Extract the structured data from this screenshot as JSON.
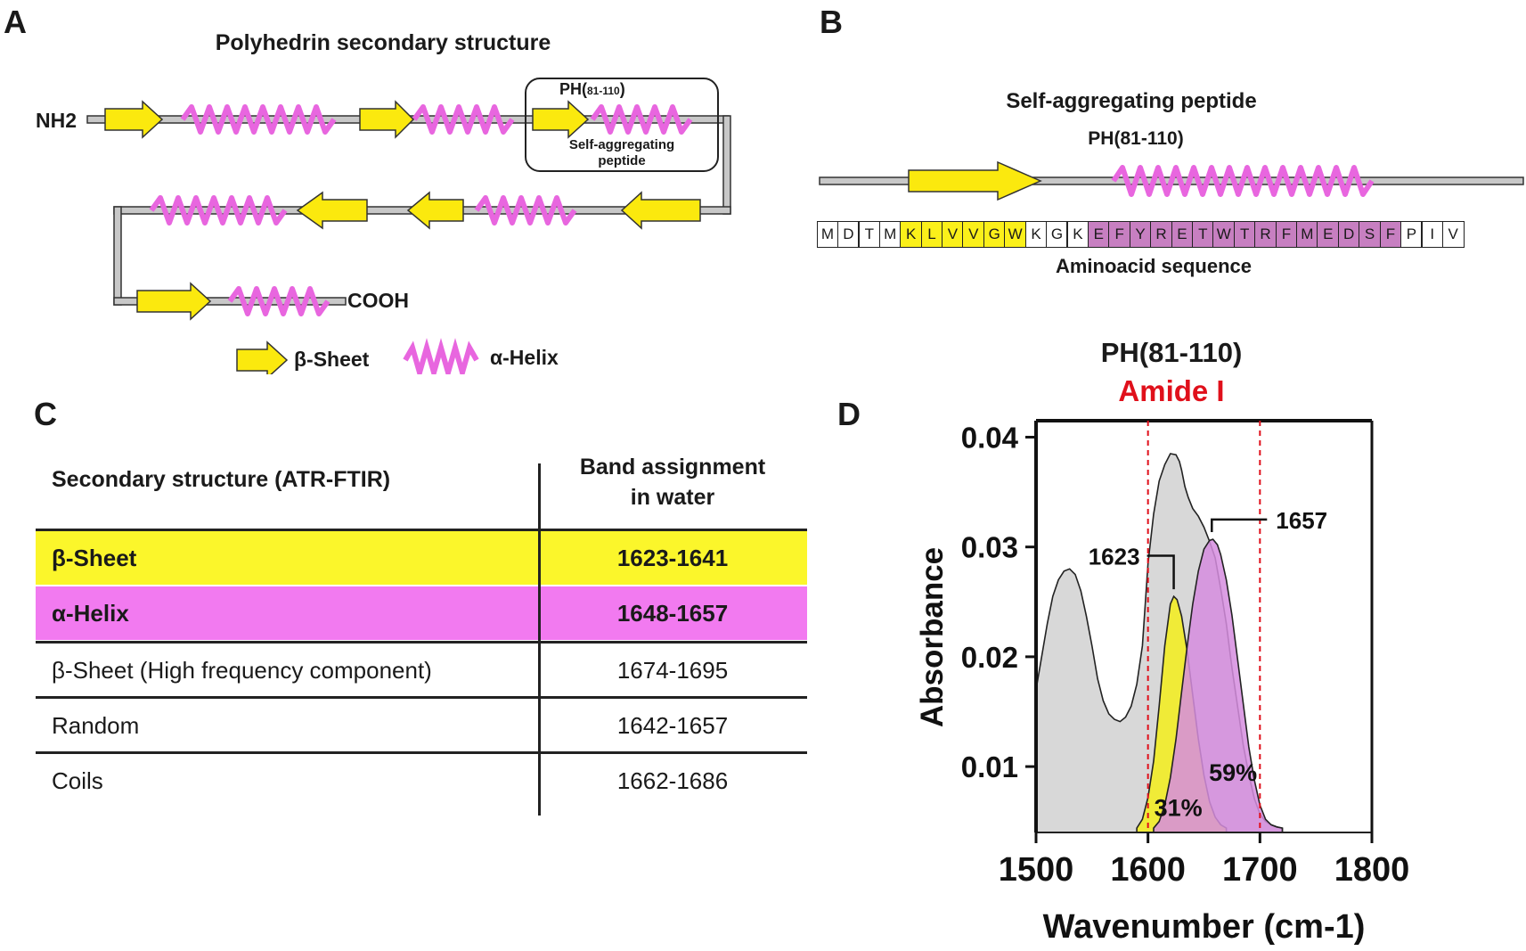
{
  "panels": {
    "a": {
      "letter": "A",
      "title": "Polyhedrin secondary structure",
      "nterm": "NH2",
      "cterm": "COOH",
      "box_title": "PH(81-110)",
      "box_title_main": "PH(",
      "box_title_sub": "81-110",
      "box_title_end": ")",
      "box_label_line1": "Self-aggregating",
      "box_label_line2": "peptide",
      "legend": {
        "sheet": "β-Sheet",
        "helix": "α-Helix"
      }
    },
    "b": {
      "letter": "B",
      "title": "Self-aggregating peptide",
      "subtitle": "PH(81-110)",
      "caption": "Aminoacid sequence",
      "sequence": [
        {
          "aa": "M",
          "type": "none"
        },
        {
          "aa": "D",
          "type": "none"
        },
        {
          "aa": "T",
          "type": "none"
        },
        {
          "aa": "M",
          "type": "none"
        },
        {
          "aa": "K",
          "type": "sheet"
        },
        {
          "aa": "L",
          "type": "sheet"
        },
        {
          "aa": "V",
          "type": "sheet"
        },
        {
          "aa": "V",
          "type": "sheet"
        },
        {
          "aa": "G",
          "type": "sheet"
        },
        {
          "aa": "W",
          "type": "sheet"
        },
        {
          "aa": "K",
          "type": "none"
        },
        {
          "aa": "G",
          "type": "none"
        },
        {
          "aa": "K",
          "type": "none"
        },
        {
          "aa": "E",
          "type": "helix"
        },
        {
          "aa": "F",
          "type": "helix"
        },
        {
          "aa": "Y",
          "type": "helix"
        },
        {
          "aa": "R",
          "type": "helix"
        },
        {
          "aa": "E",
          "type": "helix"
        },
        {
          "aa": "T",
          "type": "helix"
        },
        {
          "aa": "W",
          "type": "helix"
        },
        {
          "aa": "T",
          "type": "helix"
        },
        {
          "aa": "R",
          "type": "helix"
        },
        {
          "aa": "F",
          "type": "helix"
        },
        {
          "aa": "M",
          "type": "helix"
        },
        {
          "aa": "E",
          "type": "helix"
        },
        {
          "aa": "D",
          "type": "helix"
        },
        {
          "aa": "S",
          "type": "helix"
        },
        {
          "aa": "F",
          "type": "helix"
        },
        {
          "aa": "P",
          "type": "none"
        },
        {
          "aa": "I",
          "type": "none"
        },
        {
          "aa": "V",
          "type": "none"
        }
      ]
    },
    "c": {
      "letter": "C",
      "header_col1": "Secondary structure (ATR-FTIR)",
      "header_col2_line1": "Band assignment",
      "header_col2_line2": "in water",
      "rows": [
        {
          "structure": "β-Sheet",
          "band": "1623-1641",
          "color": "#fbf62b",
          "bold": true
        },
        {
          "structure": "α-Helix",
          "band": "1648-1657",
          "color": "#f27af0",
          "bold": true
        },
        {
          "structure": "β-Sheet (High frequency component)",
          "band": "1674-1695",
          "color": "#ffffff",
          "bold": false
        },
        {
          "structure": "Random",
          "band": "1642-1657",
          "color": "#ffffff",
          "bold": false
        },
        {
          "structure": "Coils",
          "band": "1662-1686",
          "color": "#ffffff",
          "bold": false
        }
      ]
    },
    "d": {
      "letter": "D",
      "title": "PH(81-110)",
      "subtitle": "Amide I",
      "subtitle_color": "#e0101b",
      "xlabel": "Wavenumber (cm-1)",
      "ylabel": "Absorbance"
    }
  },
  "chart_data": {
    "type": "area",
    "title": "PH(81-110)",
    "subtitle": "Amide I",
    "xlabel": "Wavenumber (cm-1)",
    "ylabel": "Absorbance",
    "xlim": [
      1500,
      1800
    ],
    "ylim": [
      0.004,
      0.0415
    ],
    "xticks": [
      1500,
      1600,
      1700,
      1800
    ],
    "yticks": [
      0.01,
      0.02,
      0.03,
      0.04
    ],
    "xtick_labels": [
      "1500",
      "1600",
      "1700",
      "1800"
    ],
    "ytick_labels": [
      "0.01",
      "0.02",
      "0.03",
      "0.04"
    ],
    "vlines": [
      1600,
      1700
    ],
    "series": [
      {
        "color": "#d8d8d8",
        "x": [
          1500,
          1505,
          1510,
          1515,
          1520,
          1525,
          1530,
          1535,
          1540,
          1545,
          1550,
          1555,
          1560,
          1565,
          1570,
          1575,
          1580,
          1585,
          1590,
          1595,
          1600,
          1605,
          1610,
          1615,
          1620,
          1625,
          1628,
          1630,
          1633,
          1636,
          1640,
          1645,
          1650,
          1655,
          1660,
          1665,
          1670,
          1675,
          1680,
          1685,
          1690,
          1695,
          1700,
          1705,
          1710,
          1715,
          1720
        ],
        "y": [
          0.017,
          0.02,
          0.023,
          0.0255,
          0.027,
          0.0278,
          0.028,
          0.0275,
          0.026,
          0.0237,
          0.021,
          0.018,
          0.016,
          0.0148,
          0.0143,
          0.0141,
          0.0145,
          0.0155,
          0.0175,
          0.021,
          0.0285,
          0.033,
          0.036,
          0.0375,
          0.0385,
          0.0384,
          0.0378,
          0.037,
          0.0355,
          0.0345,
          0.0335,
          0.0328,
          0.0318,
          0.0305,
          0.029,
          0.0262,
          0.023,
          0.019,
          0.0155,
          0.012,
          0.0093,
          0.0071,
          0.0057,
          0.005,
          0.0047,
          0.0045,
          0.0044
        ]
      },
      {
        "name": "β-Sheet",
        "color": "#f5ee1b",
        "peak_x": 1623,
        "peak_label": "1623",
        "percent_label": "31%",
        "x": [
          1590,
          1595,
          1600,
          1605,
          1610,
          1615,
          1620,
          1623,
          1626,
          1630,
          1635,
          1640,
          1645,
          1650,
          1655,
          1660,
          1665,
          1670
        ],
        "y": [
          0.0044,
          0.0052,
          0.0072,
          0.0105,
          0.0155,
          0.021,
          0.0248,
          0.0255,
          0.0252,
          0.0237,
          0.0205,
          0.0165,
          0.0125,
          0.0092,
          0.0068,
          0.0054,
          0.0047,
          0.0044
        ]
      },
      {
        "name": "α-Helix",
        "color": "#d68ddf",
        "peak_x": 1657,
        "peak_label": "1657",
        "percent_label": "59%",
        "x": [
          1605,
          1610,
          1615,
          1620,
          1625,
          1630,
          1635,
          1640,
          1645,
          1650,
          1655,
          1658,
          1662,
          1665,
          1670,
          1675,
          1680,
          1685,
          1690,
          1695,
          1700,
          1705,
          1710,
          1715,
          1720
        ],
        "y": [
          0.0044,
          0.005,
          0.0065,
          0.009,
          0.0125,
          0.0168,
          0.021,
          0.0248,
          0.0278,
          0.0298,
          0.0306,
          0.0307,
          0.0302,
          0.0293,
          0.027,
          0.0238,
          0.0198,
          0.0158,
          0.0118,
          0.0088,
          0.0065,
          0.0052,
          0.0047,
          0.0045,
          0.0044
        ]
      }
    ]
  }
}
